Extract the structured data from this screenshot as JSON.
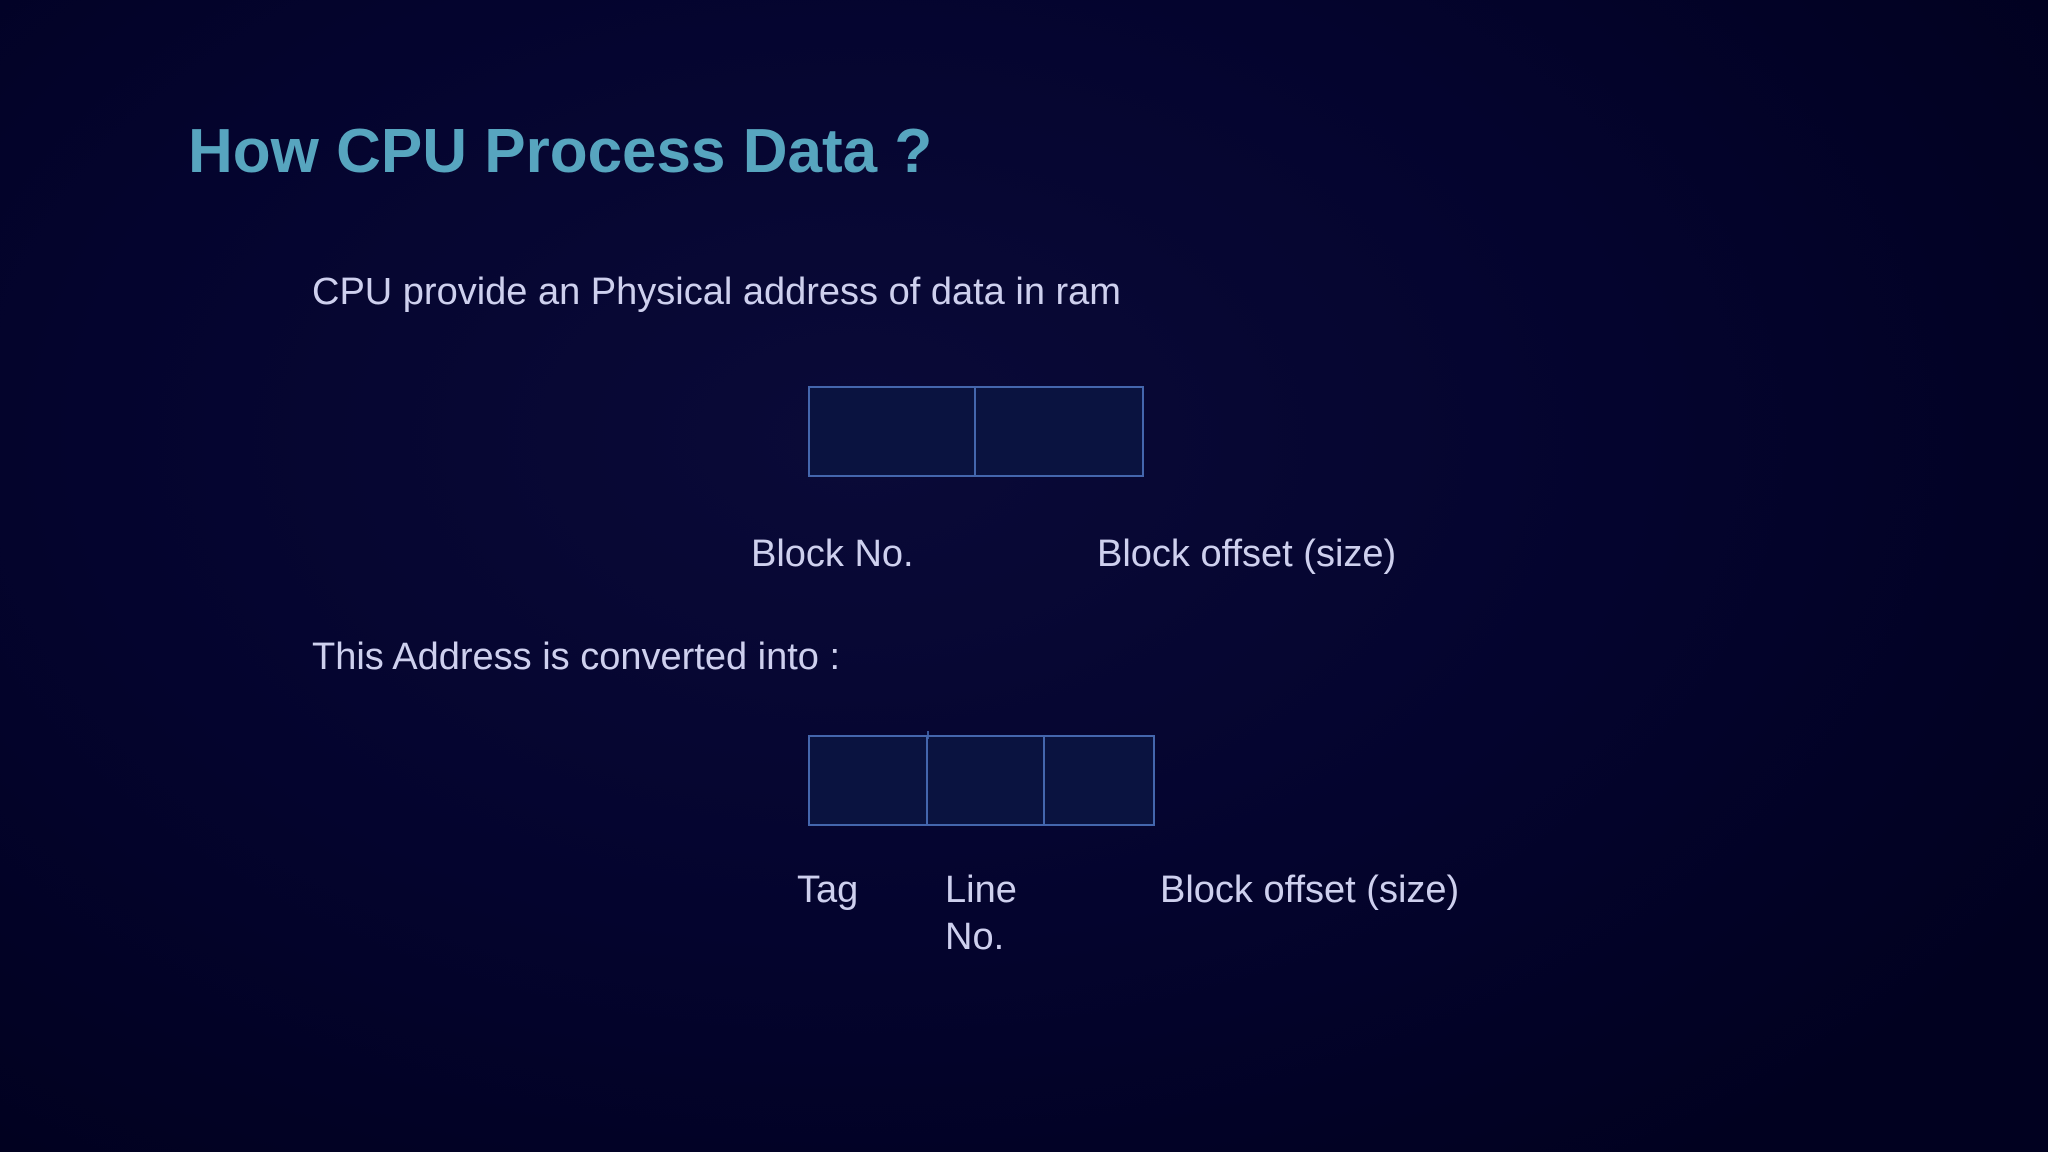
{
  "slide": {
    "title": "How CPU Process Data ?",
    "intro": "CPU provide an Physical address of data in ram",
    "conversion_caption": "This Address is converted into :",
    "physical_address_box": {
      "cell_count": 2,
      "labels": [
        "Block No.",
        "Block offset (size)"
      ]
    },
    "converted_address_box": {
      "cell_count": 3,
      "labels": [
        "Tag",
        "Line\nNo.",
        "Block offset (size)"
      ]
    },
    "colors": {
      "background": "#03032b",
      "title_text": "#57a5bf",
      "body_text": "#ced0ee",
      "box_border": "#4466ad",
      "box_fill": "#0a1340"
    }
  }
}
